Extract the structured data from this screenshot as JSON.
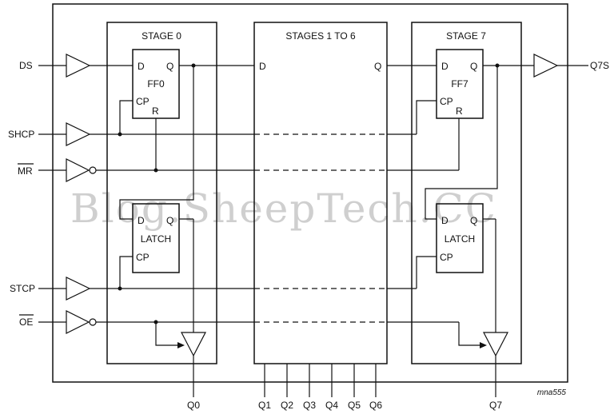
{
  "inputs": {
    "ds": "DS",
    "shcp": "SHCP",
    "mr": "MR",
    "stcp": "STCP",
    "oe": "OE"
  },
  "stage0": {
    "title": "STAGE 0",
    "ff_name": "FF0",
    "latch_name": "LATCH"
  },
  "stages_mid": {
    "title": "STAGES 1 TO 6"
  },
  "stage7": {
    "title": "STAGE 7",
    "ff_name": "FF7",
    "latch_name": "LATCH"
  },
  "pins": {
    "d": "D",
    "q": "Q",
    "cp": "CP",
    "r": "R"
  },
  "outputs": {
    "q7s": "Q7S",
    "q0": "Q0",
    "q1": "Q1",
    "q2": "Q2",
    "q3": "Q3",
    "q4": "Q4",
    "q5": "Q5",
    "q6": "Q6",
    "q7": "Q7"
  },
  "figure_id": "mna555",
  "watermark": "Blog.SheepTech.CC"
}
